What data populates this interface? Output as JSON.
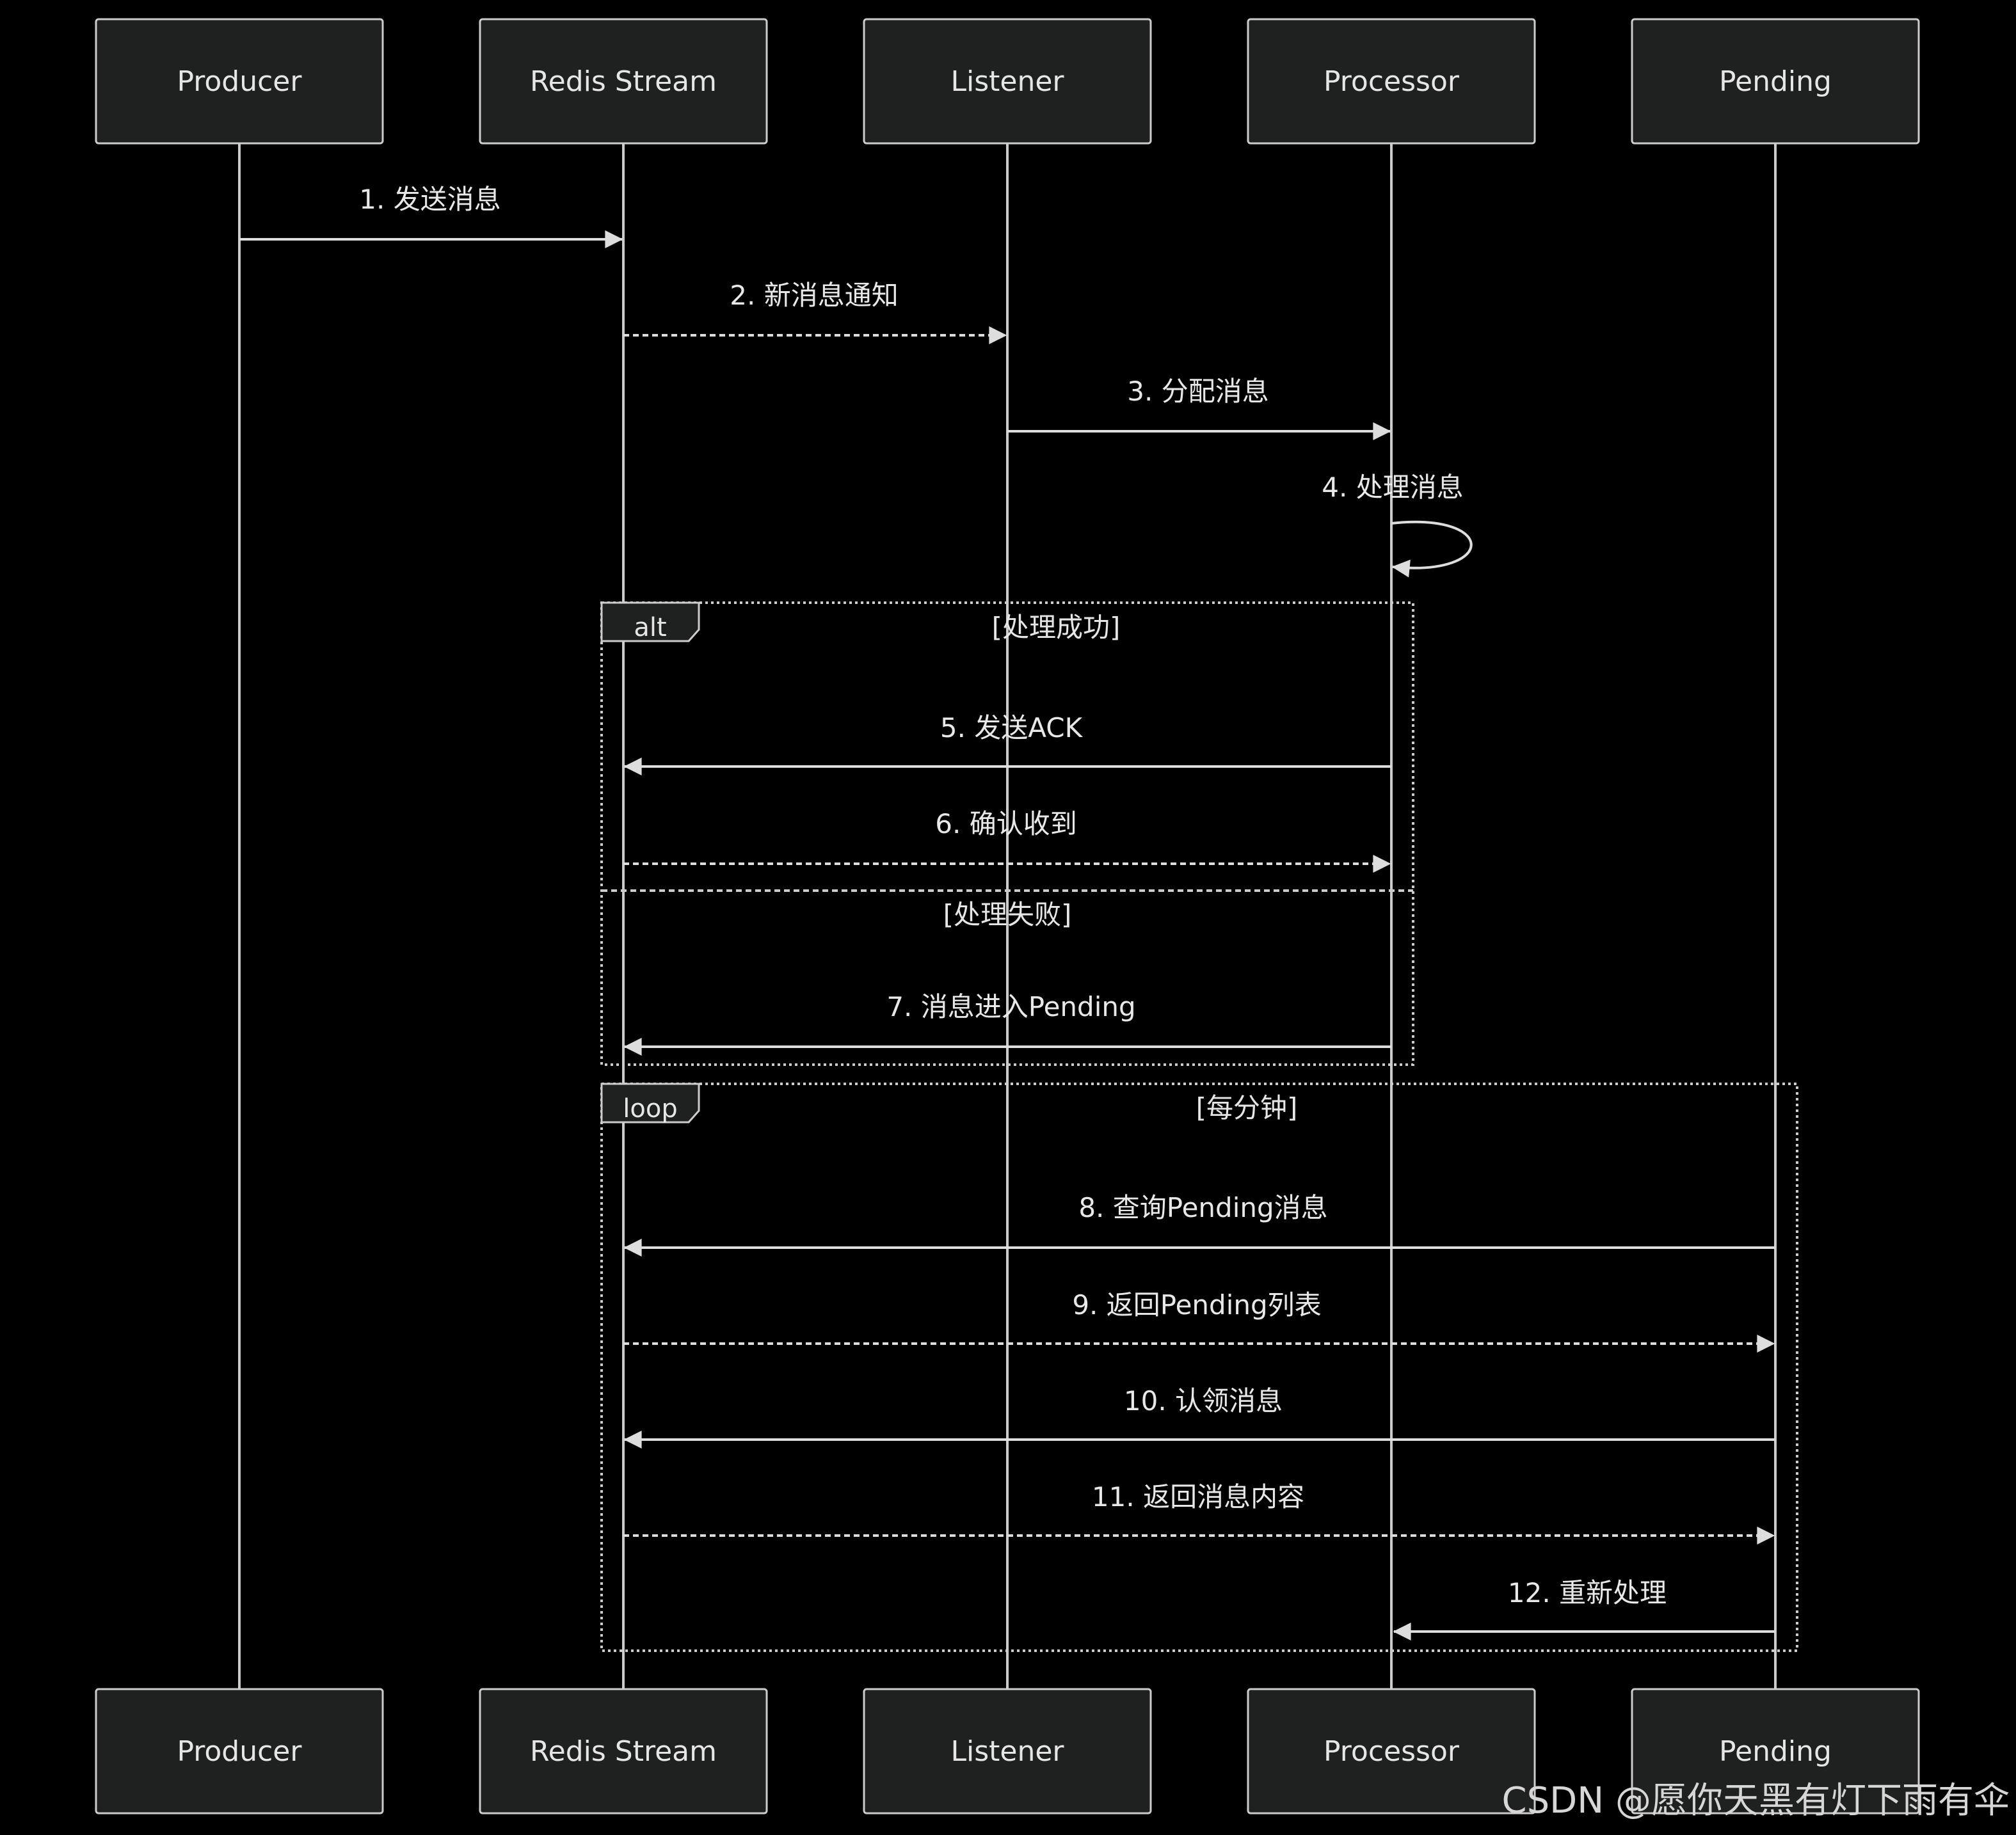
{
  "participants": [
    {
      "id": "producer",
      "label": "Producer"
    },
    {
      "id": "redis",
      "label": "Redis Stream"
    },
    {
      "id": "listener",
      "label": "Listener"
    },
    {
      "id": "processor",
      "label": "Processor"
    },
    {
      "id": "pending",
      "label": "Pending"
    }
  ],
  "messages": [
    {
      "num": 1,
      "text": "1. 发送消息",
      "from": "producer",
      "to": "redis",
      "style": "solid"
    },
    {
      "num": 2,
      "text": "2. 新消息通知",
      "from": "redis",
      "to": "listener",
      "style": "dotted"
    },
    {
      "num": 3,
      "text": "3. 分配消息",
      "from": "listener",
      "to": "processor",
      "style": "solid"
    },
    {
      "num": 4,
      "text": "4. 处理消息",
      "from": "processor",
      "to": "processor",
      "style": "self"
    },
    {
      "num": 5,
      "text": "5. 发送ACK",
      "from": "processor",
      "to": "redis",
      "style": "solid"
    },
    {
      "num": 6,
      "text": "6. 确认收到",
      "from": "redis",
      "to": "processor",
      "style": "dotted"
    },
    {
      "num": 7,
      "text": "7. 消息进入Pending",
      "from": "processor",
      "to": "redis",
      "style": "solid"
    },
    {
      "num": 8,
      "text": "8. 查询Pending消息",
      "from": "pending",
      "to": "redis",
      "style": "solid"
    },
    {
      "num": 9,
      "text": "9. 返回Pending列表",
      "from": "redis",
      "to": "pending",
      "style": "dotted"
    },
    {
      "num": 10,
      "text": "10. 认领消息",
      "from": "pending",
      "to": "redis",
      "style": "solid"
    },
    {
      "num": 11,
      "text": "11. 返回消息内容",
      "from": "redis",
      "to": "pending",
      "style": "dotted"
    },
    {
      "num": 12,
      "text": "12. 重新处理",
      "from": "pending",
      "to": "processor",
      "style": "solid"
    }
  ],
  "frames": {
    "alt": {
      "keyword": "alt",
      "condition": "[处理成功]",
      "else_condition": "[处理失败]"
    },
    "loop": {
      "keyword": "loop",
      "condition": "[每分钟]"
    }
  },
  "watermark": "CSDN @愿你天黑有灯下雨有伞"
}
